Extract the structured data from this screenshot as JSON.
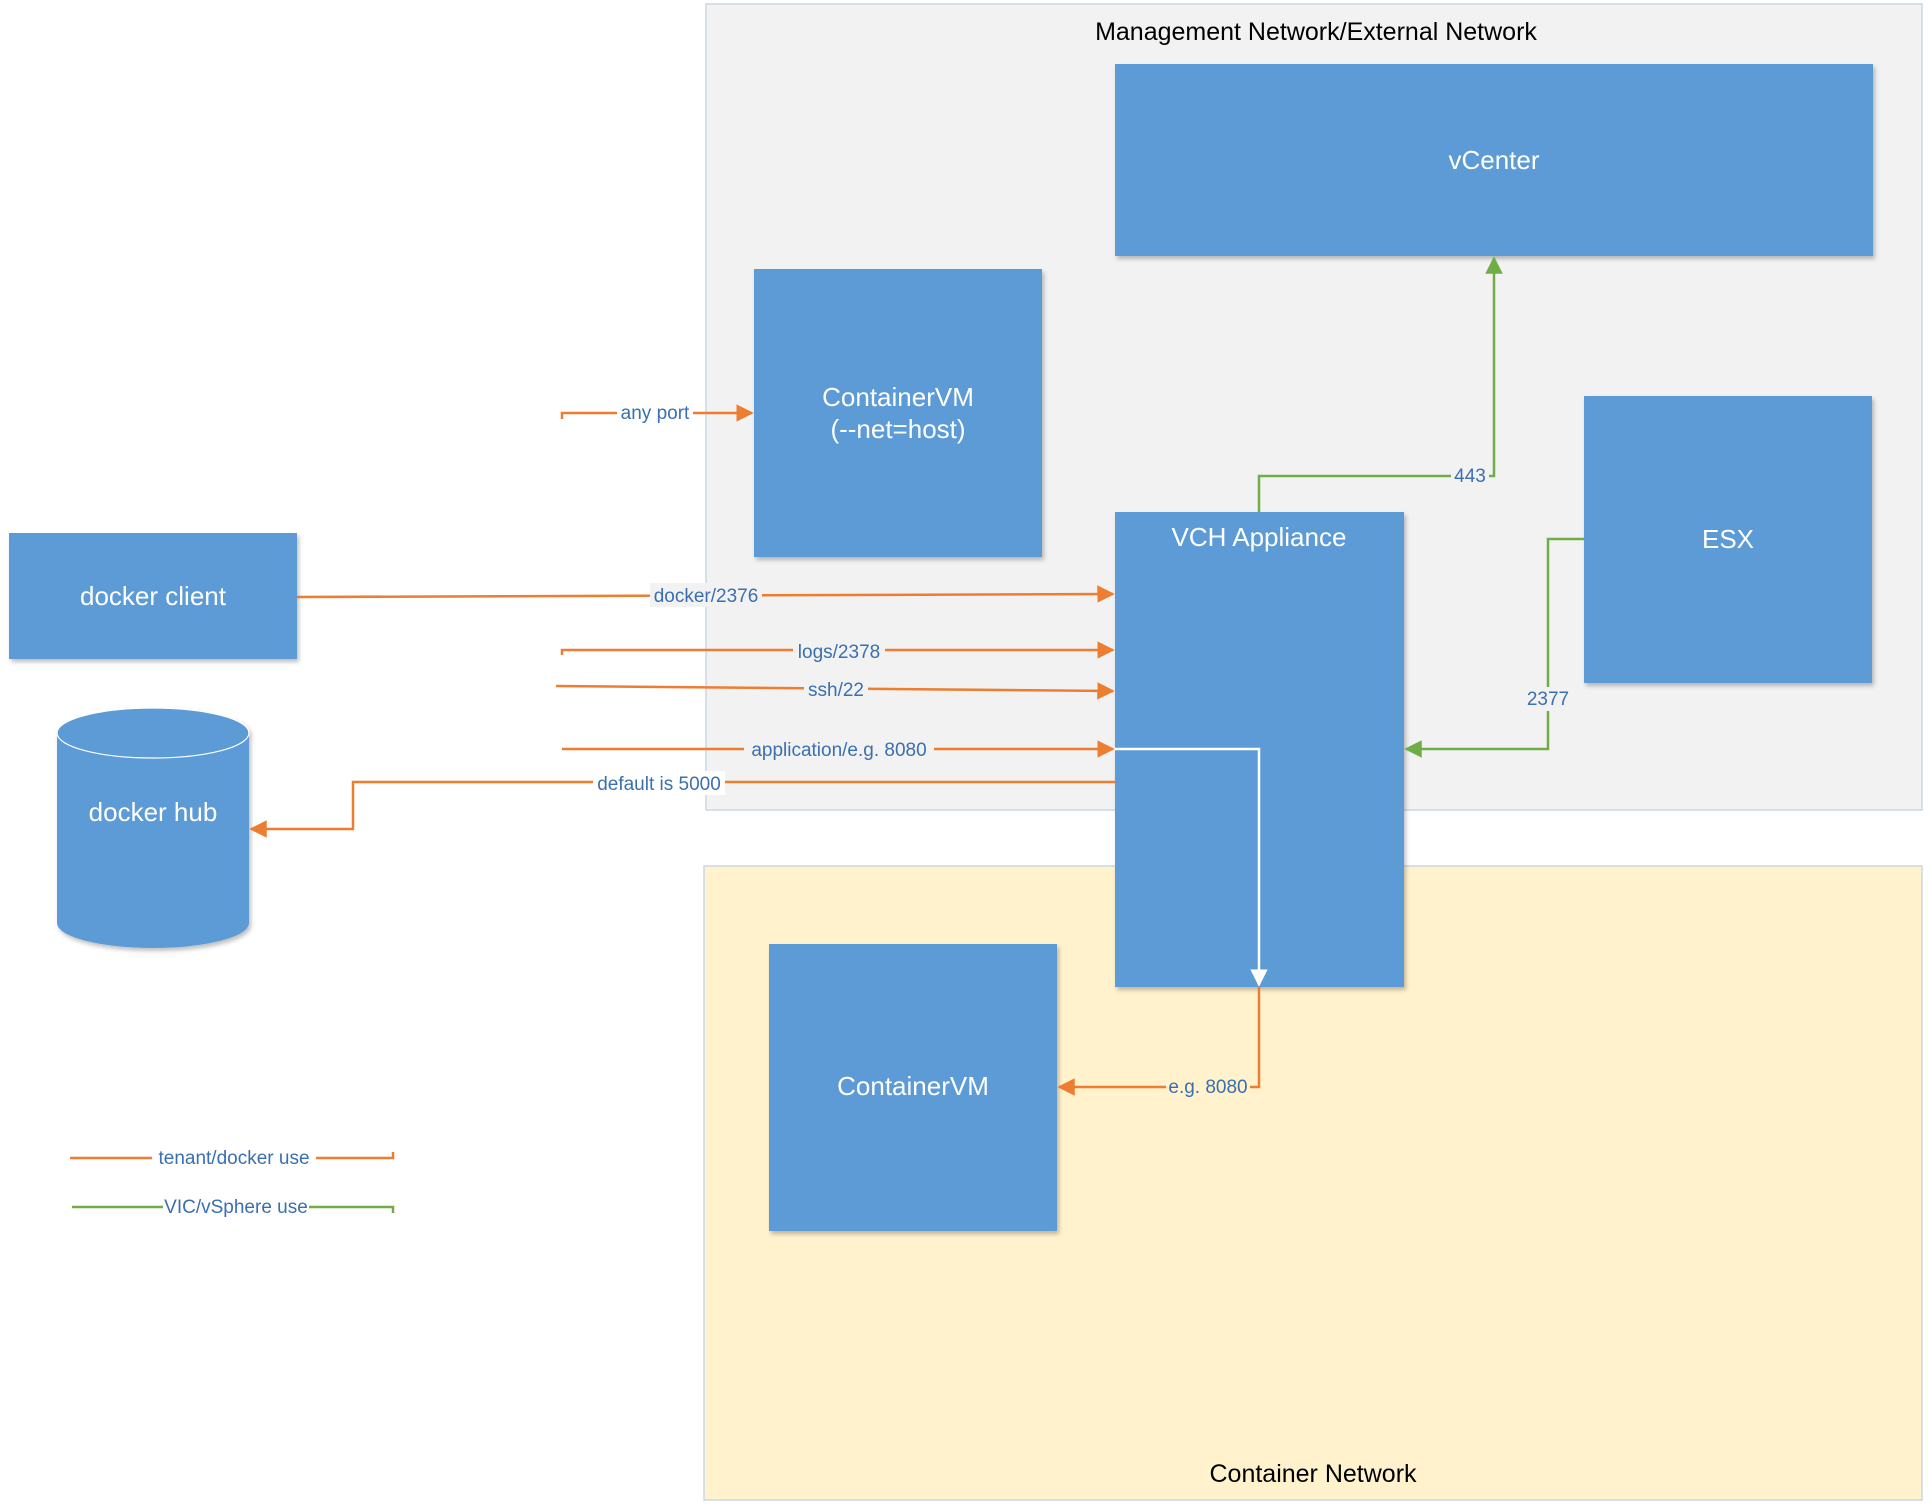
{
  "zones": {
    "management": "Management Network/External Network",
    "container": "Container Network"
  },
  "nodes": {
    "vcenter": "vCenter",
    "containervm_host_line1": "ContainerVM",
    "containervm_host_line2": "(--net=host)",
    "vch": "VCH Appliance",
    "esx": "ESX",
    "docker_client": "docker client",
    "docker_hub": "docker hub",
    "containervm": "ContainerVM"
  },
  "edges": {
    "any_port": "any port",
    "docker": "docker/2376",
    "logs": "logs/2378",
    "ssh": "ssh/22",
    "application": "application/e.g. 8080",
    "default_5000": "default is 5000",
    "vcenter_443": "443",
    "esx_2377": "2377",
    "container_8080": "e.g. 8080"
  },
  "legend": {
    "tenant": "tenant/docker use",
    "vic": "VIC/vSphere use"
  },
  "colors": {
    "box": "#5b9bd5",
    "tenant_line": "#ed7d31",
    "vic_line": "#70ad47",
    "management_bg": "#f2f2f2",
    "container_bg": "#fff2cc",
    "label_text": "#3a6fb0"
  }
}
